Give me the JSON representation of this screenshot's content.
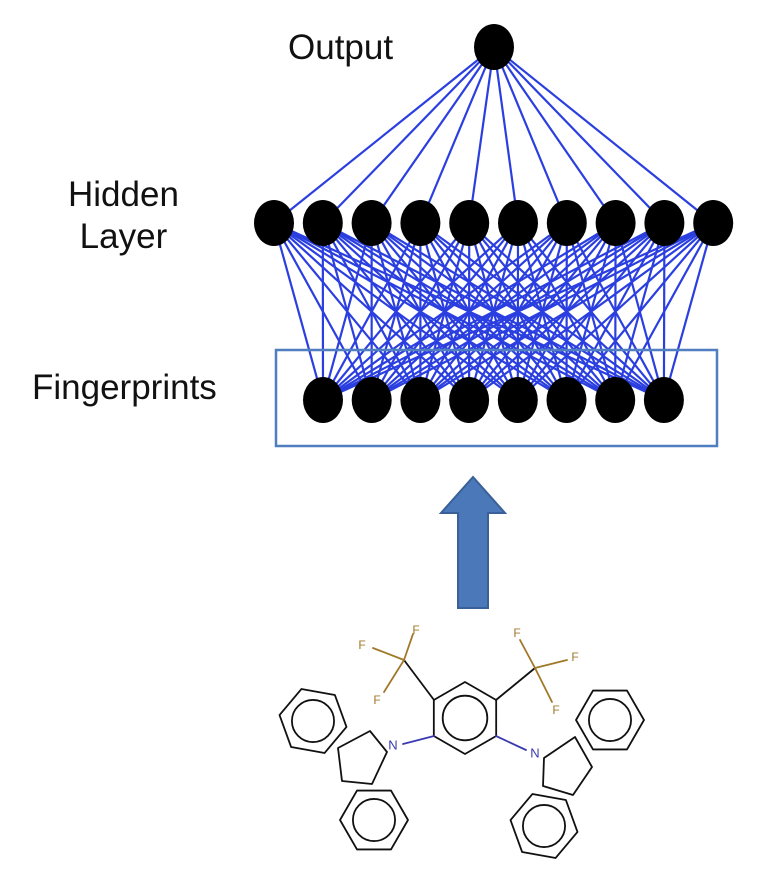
{
  "labels": {
    "output": "Output",
    "hidden": [
      "Hidden",
      "Layer"
    ],
    "fingerprints": "Fingerprints"
  },
  "network": {
    "output_nodes": 1,
    "hidden_nodes": 10,
    "input_nodes": 8,
    "fully_connected": true
  },
  "molecule": {
    "atoms": {
      "fluorine": "F",
      "nitrogen": "N"
    }
  },
  "colors": {
    "edge": "#2b3fe0",
    "node": "#000000",
    "box": "#4f7fc0",
    "arrow": "#4a78b8",
    "arrow_border": "#3a609a",
    "fluorine": "#a07828",
    "nitrogen": "#3a3ab0",
    "bond": "#111111"
  }
}
